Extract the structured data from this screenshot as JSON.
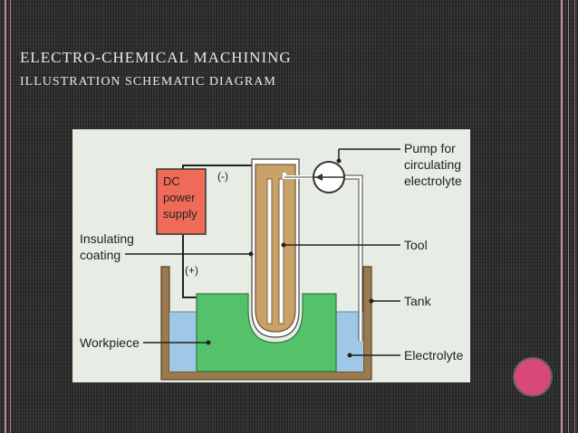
{
  "slide": {
    "title_line1": "Electro-Chemical Machining",
    "title_line2": "Illustration Schematic Diagram"
  },
  "diagram": {
    "power_supply": {
      "line1": "DC",
      "line2": "power",
      "line3": "supply"
    },
    "polarity": {
      "negative": "(-)",
      "positive": "(+)"
    },
    "labels": {
      "pump_line1": "Pump for",
      "pump_line2": "circulating",
      "pump_line3": "electrolyte",
      "tool": "Tool",
      "tank": "Tank",
      "electrolyte": "Electrolyte",
      "insulating_line1": "Insulating",
      "insulating_line2": "coating",
      "workpiece": "Workpiece"
    },
    "colors": {
      "power_supply_fill": "#ef6a57",
      "workpiece": "#54c16b",
      "electrolyte": "#9fc7e6",
      "tank_wall": "#9a7a4e",
      "tool": "#c8a268",
      "background": "#e7ede4"
    }
  },
  "decor": {
    "accent_dot_color": "#d9487a"
  }
}
